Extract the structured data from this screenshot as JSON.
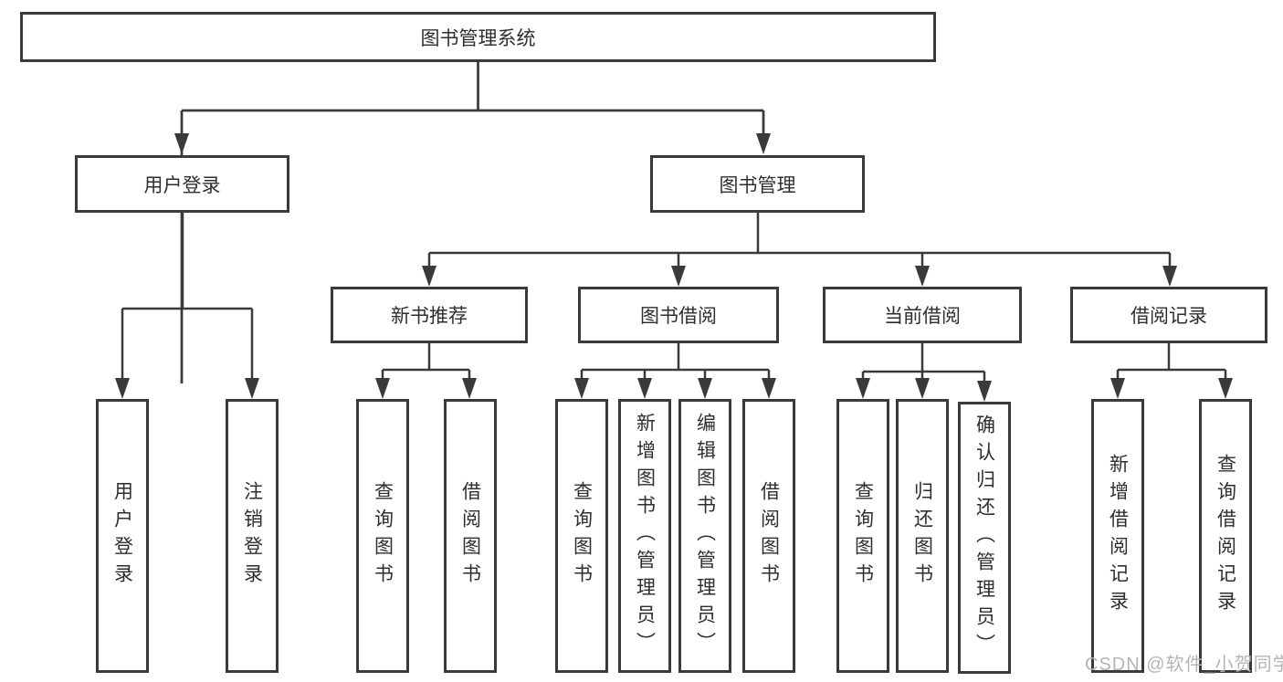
{
  "diagram": {
    "root": "图书管理系统",
    "level2": {
      "user_login": "用户登录",
      "book_mgmt": "图书管理"
    },
    "level3": {
      "new_book": "新书推荐",
      "book_borrow": "图书借阅",
      "current_borrow": "当前借阅",
      "borrow_records": "借阅记录"
    },
    "leaves": {
      "user_login": [
        "用户登录",
        "注销登录"
      ],
      "new_book": [
        "查询图书",
        "借阅图书"
      ],
      "book_borrow": [
        "查询图书",
        "新增图书（管理员）",
        "编辑图书（管理员）",
        "借阅图书"
      ],
      "current_borrow": [
        "查询图书",
        "归还图书",
        "确认归还（管理员）"
      ],
      "borrow_records": [
        "新增借阅记录",
        "查询借阅记录"
      ]
    },
    "watermark": "CSDN @软件_小贺同学",
    "colors": {
      "line": "#3a3a3a",
      "text": "#2e2e2e",
      "watermark": "#b5b5b5",
      "background": "#ffffff"
    }
  }
}
